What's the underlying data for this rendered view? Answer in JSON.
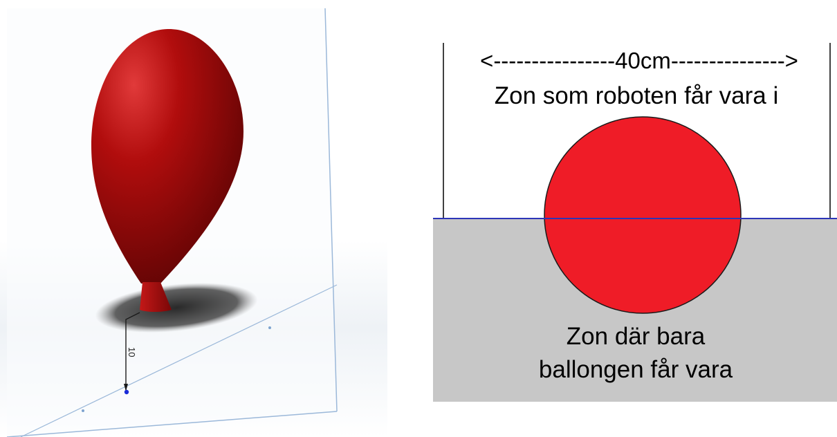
{
  "left_figure": {
    "dimension_label": "10",
    "colors": {
      "balloon": "#b10d0d",
      "balloon_highlight": "#e13a3a",
      "balloon_shadow": "#5e0404",
      "plane_edge": "#9bb8d9",
      "dimension_line": "#1a1a1a",
      "anchor_point": "#1a2bd8",
      "ground_shadow": "#2a2a2a"
    }
  },
  "right_figure": {
    "width_label": "<----------------40cm--------------->",
    "robot_zone_label": "Zon som roboten får vara i",
    "balloon_zone_line1": "Zon där bara",
    "balloon_zone_line2": "ballongen får vara",
    "colors": {
      "balloon_zone_fill": "#c7c7c7",
      "balloon_circle": "#ef1c27",
      "boundary_line": "#2c35b8",
      "zone_border": "#000000"
    }
  }
}
